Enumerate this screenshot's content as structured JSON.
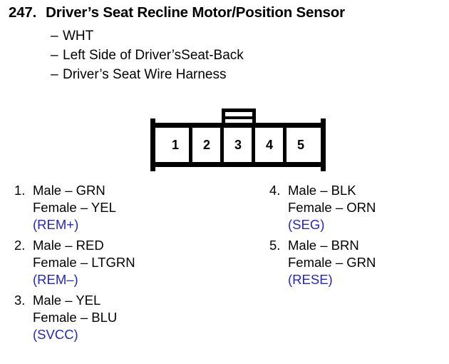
{
  "header": {
    "number": "247.",
    "title": "Driver’s Seat Recline Motor/Position Sensor",
    "dash": "–",
    "details": [
      {
        "label": "WHT"
      },
      {
        "label": "Left Side of Driver’sSeat-Back"
      },
      {
        "label": "Driver’s Seat Wire Harness"
      }
    ]
  },
  "connector": {
    "pin_count": 5,
    "pins": [
      {
        "number": "1"
      },
      {
        "number": "2"
      },
      {
        "number": "3"
      },
      {
        "number": "4"
      },
      {
        "number": "5"
      }
    ]
  },
  "pin_list": {
    "left_column": [
      {
        "index": "1.",
        "male": "Male – GRN",
        "female": "Female – YEL",
        "code": "(REM+)"
      },
      {
        "index": "2.",
        "male": "Male – RED",
        "female": "Female – LTGRN",
        "code": "(REM–)"
      },
      {
        "index": "3.",
        "male": "Male – YEL",
        "female": "Female – BLU",
        "code": "(SVCC)"
      }
    ],
    "right_column": [
      {
        "index": "4.",
        "male": "Male – BLK",
        "female": "Female – ORN",
        "code": "(SEG)"
      },
      {
        "index": "5.",
        "male": "Male – BRN",
        "female": "Female – GRN",
        "code": "(RESE)"
      }
    ]
  },
  "colors": {
    "background": "#FFFFFF",
    "text": "#000000",
    "code_blue": "#2626C4"
  }
}
